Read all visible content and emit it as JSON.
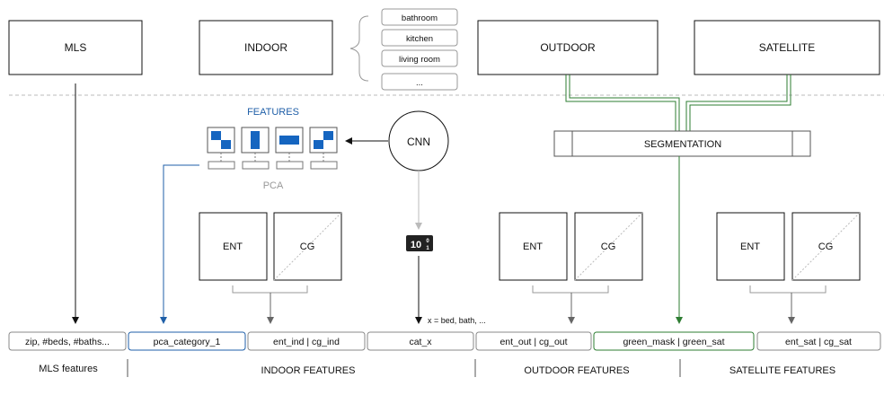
{
  "sources": {
    "mls": "MLS",
    "indoor": "INDOOR",
    "outdoor": "OUTDOOR",
    "satellite": "SATELLITE"
  },
  "room_list": [
    "bathroom",
    "kitchen",
    "living room",
    "..."
  ],
  "cnn": "CNN",
  "features_title": "FEATURES",
  "pca_label": "PCA",
  "segmentation": "SEGMENTATION",
  "ent_label": "ENT",
  "cg_label": "CG",
  "count_glyph": {
    "big": "10",
    "small_top": "0",
    "small_bottom": "1"
  },
  "x_annotation": "x = bed, bath, ...",
  "feature_boxes": [
    "zip, #beds, #baths...",
    "pca_category_1",
    "ent_ind | cg_ind",
    "cat_x",
    "ent_out | cg_out",
    "green_mask | green_sat",
    "ent_sat | cg_sat"
  ],
  "group_labels": [
    "MLS features",
    "INDOOR FEATURES",
    "OUTDOOR FEATURES",
    "SATELLITE FEATURES"
  ],
  "colors": {
    "blue": "#1f5fa8",
    "green": "#2e7d32",
    "gray": "#999999",
    "icon_blue": "#1565c0"
  }
}
